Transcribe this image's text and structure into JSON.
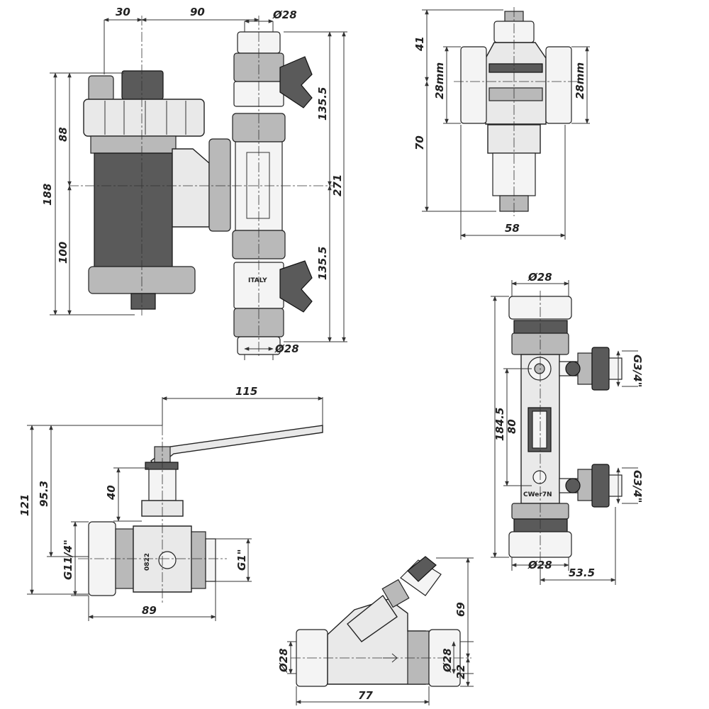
{
  "views": {
    "filter_front": {
      "dims": {
        "top_left": "30",
        "top_right": "90",
        "pipe_top": "Ø28",
        "pipe_bottom": "Ø28",
        "upper_height": "88",
        "lower_height": "100",
        "total_left": "188",
        "valve_upper": "135.5",
        "valve_lower": "135.5",
        "overall": "271"
      }
    },
    "filter_side": {
      "dims": {
        "top": "41",
        "left_pipe": "28mm",
        "right_pipe": "28mm",
        "lower": "70",
        "width": "58"
      }
    },
    "flow_meter": {
      "dims": {
        "pipe_top": "Ø28",
        "pipe_bottom": "Ø28",
        "port_top": "G3/4\"",
        "port_bottom": "G3/4\"",
        "span_inner": "80",
        "span_outer": "184.5",
        "offset": "53.5"
      },
      "marking": "CWer7N"
    },
    "ball_valve": {
      "dims": {
        "handle": "115",
        "total_height": "121",
        "axis_height": "95.3",
        "stem": "40",
        "thread_left": "G11/4\"",
        "thread_right": "G1\"",
        "length": "89"
      },
      "marking": "0822"
    },
    "balancing_valve": {
      "dims": {
        "height": "69",
        "pipe_left": "Ø28",
        "pipe_right": "Ø28",
        "axis": "22",
        "length": "77"
      }
    }
  }
}
